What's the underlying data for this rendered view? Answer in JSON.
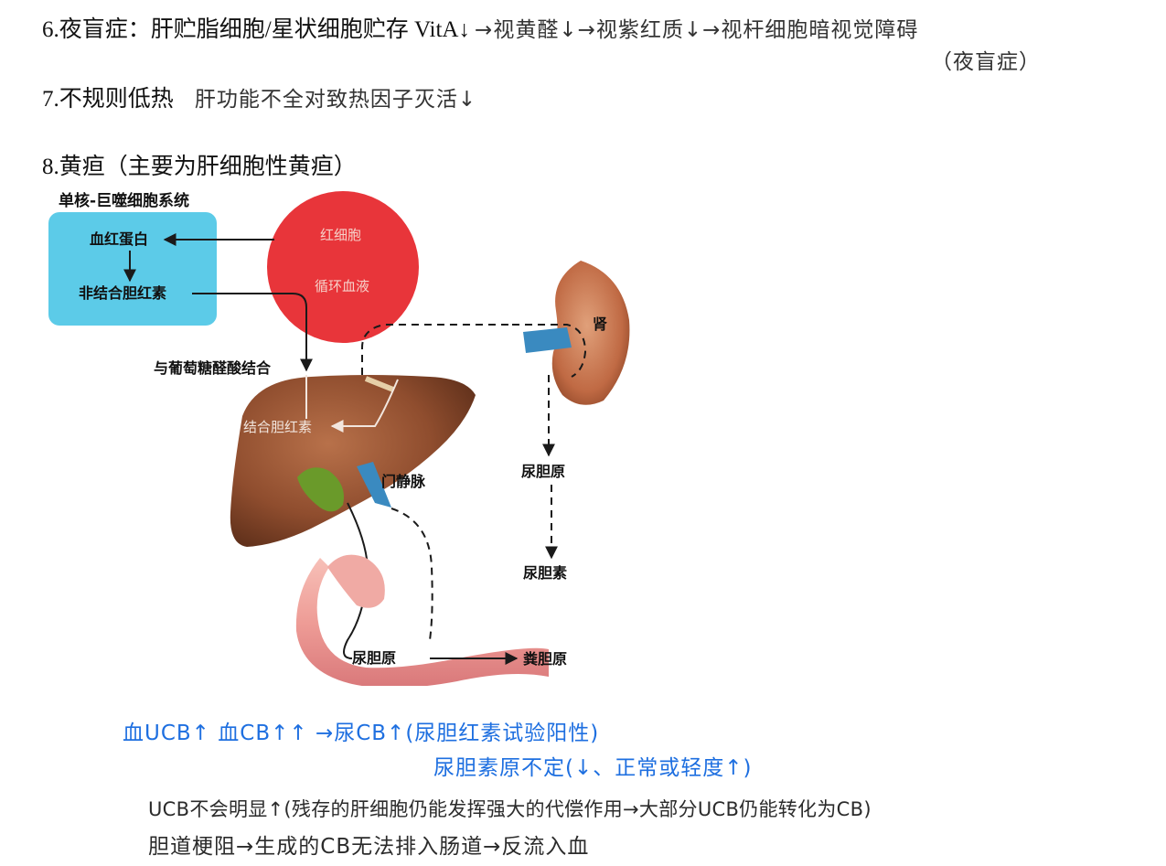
{
  "notes": {
    "item6": {
      "label": "6.夜盲症：肝贮脂细胞/星状细胞贮存 VitA↓",
      "chain": "→视黄醛↓→视紫红质↓→视杆细胞暗视觉障碍",
      "result": "（夜盲症）"
    },
    "item7": {
      "label": "7.不规则低热",
      "note": "肝功能不全对致热因子灭活↓"
    },
    "item8": {
      "label": "8.黄疸（主要为肝细胞性黄疸）"
    }
  },
  "figure": {
    "mono_system_title": "单核-巨噬细胞系统",
    "hemoglobin": "血红蛋白",
    "unconjugated": "非结合胆红素",
    "rbc": "红细胞",
    "circulation": "循环血液",
    "glucuronic": "与葡萄糖醛酸结合",
    "conjugated": "结合胆红素",
    "portal_vein": "门静脉",
    "kidney": "肾",
    "urobilinogen_kidney": "尿胆原",
    "urobilin": "尿胆素",
    "urobilinogen_gut": "尿胆原",
    "stercobilinogen": "粪胆原"
  },
  "annotations": {
    "line1": "血UCB↑  血CB↑↑  →尿CB↑(尿胆红素试验阳性)",
    "line2": "尿胆素原不定(↓、正常或轻度↑)",
    "line3": "UCB不会明显↑(残存的肝细胞仍能发挥强大的代偿作用→大部分UCB仍能转化为CB)",
    "line4": "胆道梗阻→生成的CB无法排入肠道→反流入血"
  },
  "colors": {
    "annotation_blue": "#1e6fe0",
    "rbc_red": "#e8353a",
    "macrophage_cyan": "#5ccbe8",
    "liver_brown": "#8a4a2c",
    "gut_pink": "#f0a0a0"
  }
}
